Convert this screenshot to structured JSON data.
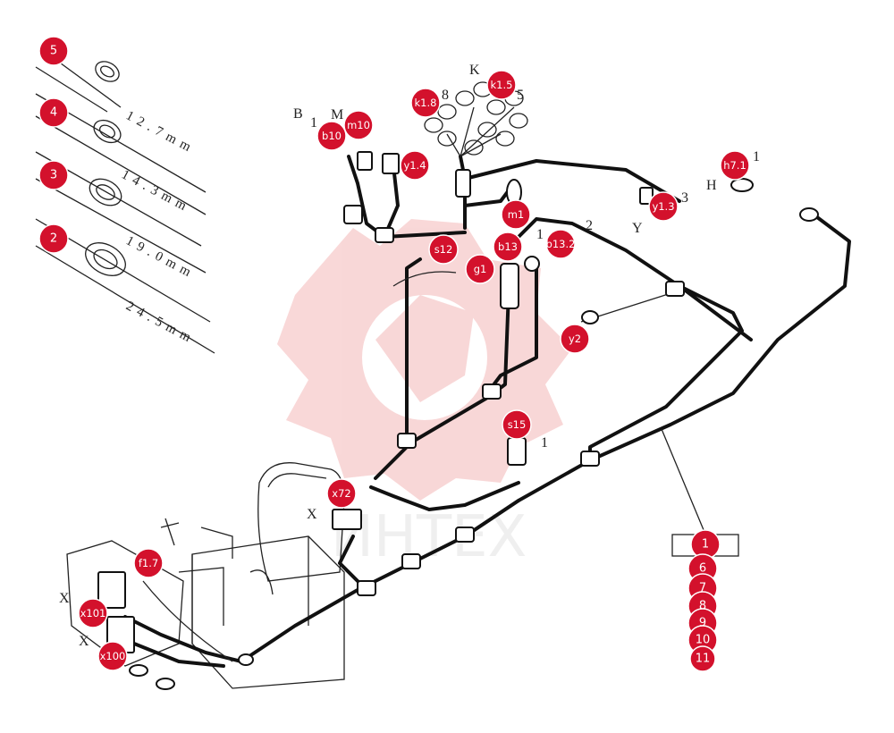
{
  "watermark": {
    "text": "ИНТЕХ",
    "color": "#f2c0c0"
  },
  "accent_color": "#d3112c",
  "clamp_sizes": [
    {
      "callout": "5",
      "size": ""
    },
    {
      "callout": "4",
      "size": "12.7mm"
    },
    {
      "callout": "3",
      "size": "14.3mm"
    },
    {
      "callout": "2",
      "size": "19.0mm"
    },
    {
      "callout": "",
      "size": "24.5mm"
    }
  ],
  "callouts": [
    {
      "id": "k1.5"
    },
    {
      "id": "k1.8"
    },
    {
      "id": "b10"
    },
    {
      "id": "m10"
    },
    {
      "id": "y1.4"
    },
    {
      "id": "m1"
    },
    {
      "id": "y1.3"
    },
    {
      "id": "h7.1"
    },
    {
      "id": "s12"
    },
    {
      "id": "b13"
    },
    {
      "id": "b13.2"
    },
    {
      "id": "g1"
    },
    {
      "id": "y2"
    },
    {
      "id": "s15"
    },
    {
      "id": "x72"
    },
    {
      "id": "f1.7"
    },
    {
      "id": "x101"
    },
    {
      "id": "x100"
    }
  ],
  "stack_callouts": [
    "1",
    "6",
    "7",
    "8",
    "9",
    "10",
    "11"
  ],
  "letters": {
    "b": "B",
    "one_a": "1",
    "m": "M",
    "k": "K",
    "eight": "8",
    "five": "5",
    "three": "3",
    "y_a": "Y",
    "h": "H",
    "one_b": "1",
    "two": "2",
    "one_c": "1",
    "one_d": "1",
    "x_a": "X",
    "x_b": "X",
    "x_c": "X"
  }
}
